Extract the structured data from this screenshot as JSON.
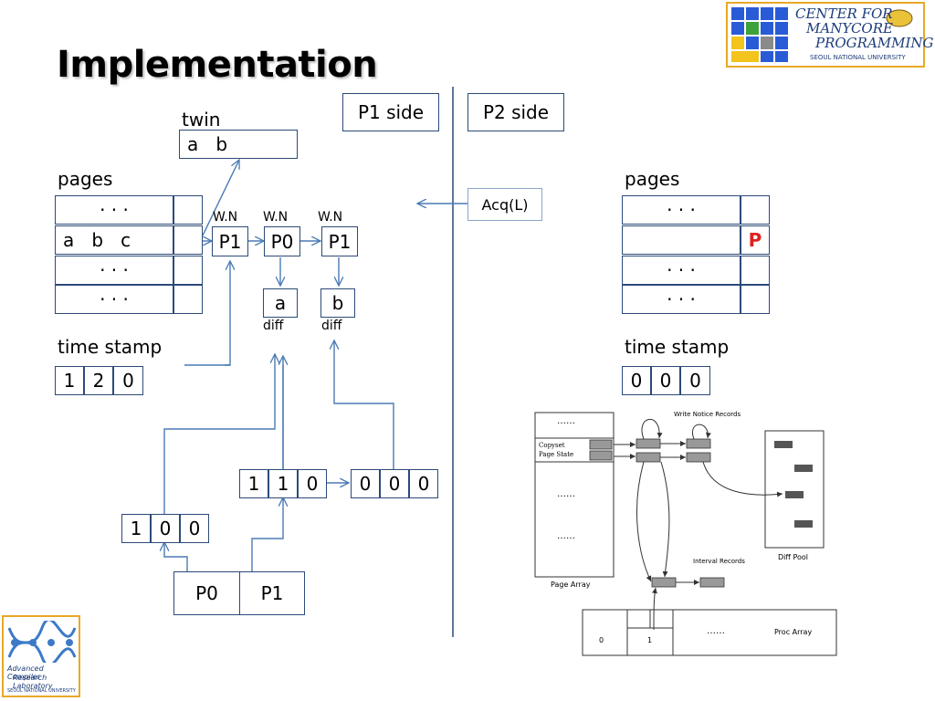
{
  "title": "Implementation",
  "p1_side": "P1 side",
  "p2_side": "P2 side",
  "twin_label": "twin",
  "twin_content": "a   b",
  "pages_label": "pages",
  "left_pages": [
    "· · ·",
    "a   b   c",
    "· · ·",
    "· · ·"
  ],
  "right_pages": [
    "· · ·",
    "",
    "· · ·",
    "· · ·"
  ],
  "right_page_marker": "P",
  "marker_color": "#e02020",
  "wn_label": "W.N",
  "wn_nodes": [
    "P1",
    "P0",
    "P1"
  ],
  "diffs": [
    "a",
    "b"
  ],
  "diff_label": "diff",
  "acq_label": "Acq(L)",
  "time_stamp_label": "time stamp",
  "left_timestamp": [
    "1",
    "2",
    "0"
  ],
  "right_timestamp": [
    "0",
    "0",
    "0"
  ],
  "vector_110": [
    "1",
    "1",
    "0"
  ],
  "vector_000": [
    "0",
    "0",
    "0"
  ],
  "vector_100": [
    "1",
    "0",
    "0"
  ],
  "proc_boxes": [
    "P0",
    "P1"
  ],
  "figure": {
    "dots": "……",
    "copyset": "Copyset",
    "page_state": "Page State",
    "write_notice_records": "Write Notice Records",
    "interval_records": "Interval Records",
    "page_array": "Page Array",
    "diff_pool": "Diff Pool",
    "proc_array": "Proc Array",
    "proc_0": "0",
    "proc_1": "1"
  },
  "logo_top": {
    "line1": "CENTER FOR",
    "line2": "MANYCORE",
    "line3": "PROGRAMMING",
    "university": "SEOUL NATIONAL UNIVERSITY"
  },
  "logo_bottom": {
    "line1": "Advanced Compiler",
    "line2": "Research Laboratory",
    "university": "SEOUL NATIONAL UNIVERSITY"
  },
  "line_color": "#4a7ab5",
  "border_color": "#2c4a78",
  "accent_gold": "#e8a826"
}
